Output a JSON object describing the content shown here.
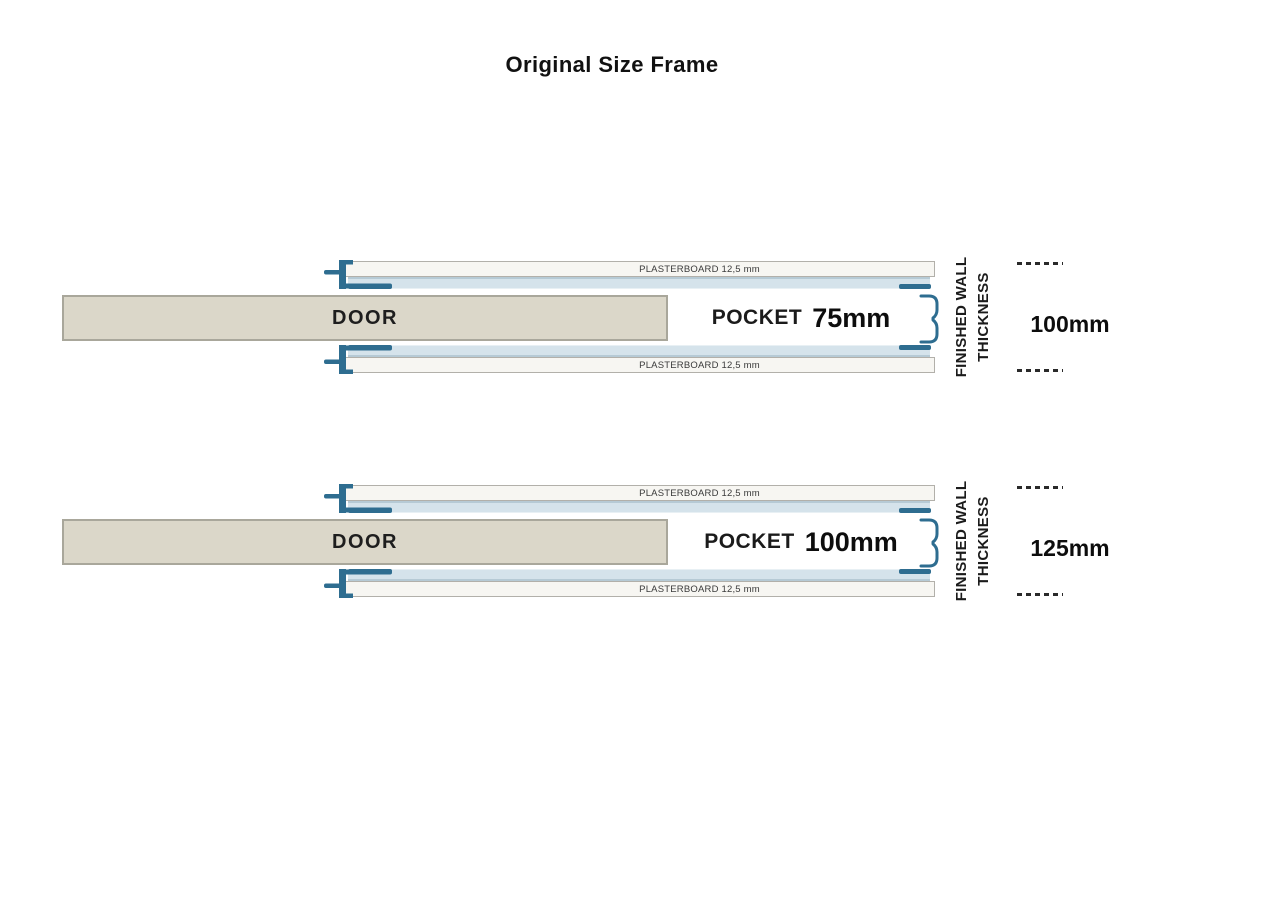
{
  "title": "Original Size Frame",
  "colors": {
    "frame_blue": "#2e6d90",
    "track_light_blue": "#d5e3eb",
    "door_beige": "#dbd7c9",
    "plasterboard_white": "#f7f6f2",
    "text_black": "#1b1b1b"
  },
  "diagrams": [
    {
      "door_label": "DOOR",
      "pocket_label": "POCKET",
      "pocket_size": "75mm",
      "plasterboard_top": "PLASTERBOARD 12,5 mm",
      "plasterboard_bottom": "PLASTERBOARD 12,5 mm",
      "wall_label_line1": "FINISHED WALL",
      "wall_label_line2": "THICKNESS",
      "wall_thickness": "100mm"
    },
    {
      "door_label": "DOOR",
      "pocket_label": "POCKET",
      "pocket_size": "100mm",
      "plasterboard_top": "PLASTERBOARD 12,5 mm",
      "plasterboard_bottom": "PLASTERBOARD 12,5 mm",
      "wall_label_line1": "FINISHED WALL",
      "wall_label_line2": "THICKNESS",
      "wall_thickness": "125mm"
    }
  ]
}
